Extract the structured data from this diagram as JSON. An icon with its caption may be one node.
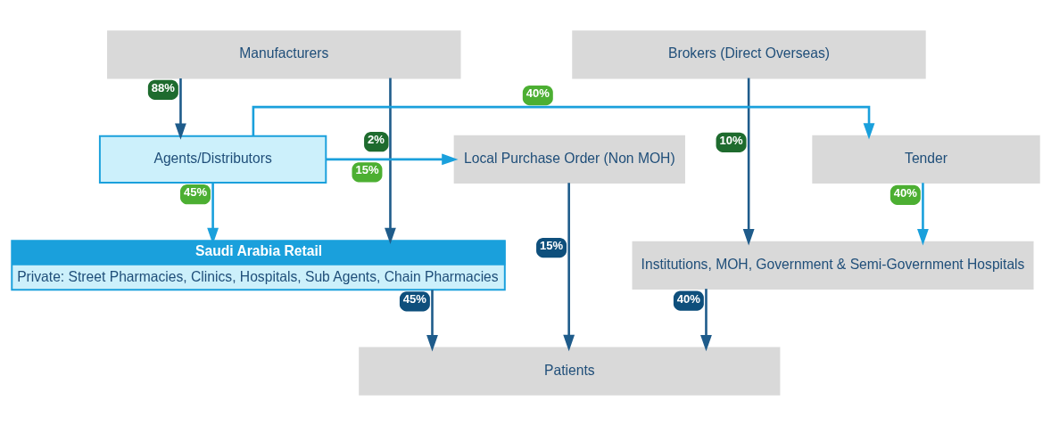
{
  "diagram": {
    "nodes": [
      {
        "text": [
          "Manufacturers"
        ]
      },
      {
        "text": [
          "Brokers (Direct Overseas)"
        ]
      },
      {
        "text": [
          "Agents/Distributors"
        ]
      },
      {
        "text": [
          "Tender"
        ]
      },
      {
        "text": [
          "Local Purchase Order (Non MOH)"
        ]
      },
      {
        "text": [
          "Saudi Arabia Retail",
          "Private: Street Pharmacies, Clinics, Hospitals, Sub Agents, Chain Pharmacies"
        ]
      },
      {
        "text": [
          "Institutions, MOH, Government & Semi-Government Hospitals"
        ]
      },
      {
        "text": [
          "Patients"
        ]
      }
    ],
    "edges": [
      {
        "from": 0,
        "to": 2,
        "arrow": "to",
        "label": "88%"
      },
      {
        "from": 0,
        "to": 5,
        "arrow": "to",
        "label": "2%"
      },
      {
        "from": 2,
        "to": 5,
        "arrow": "to",
        "label": "45%",
        "color": "#1aa0dc"
      },
      {
        "from": 2,
        "to": 3,
        "arrow": "to",
        "label": "40%",
        "color": "#1aa0dc"
      },
      {
        "from": 2,
        "to": 4,
        "arrow": "to",
        "label": "15%",
        "color": "#1aa0dc"
      },
      {
        "from": 3,
        "to": 6,
        "arrow": "to",
        "label": "40%",
        "color": "#1aa0dc"
      },
      {
        "from": 1,
        "to": 6,
        "arrow": "to",
        "label": "10%"
      },
      {
        "from": 5,
        "to": 7,
        "arrow": "to",
        "label": "45%"
      },
      {
        "from": 4,
        "to": 7,
        "arrow": "to",
        "label": "15%"
      },
      {
        "from": 6,
        "to": 7,
        "arrow": "to",
        "label": "40%"
      }
    ]
  }
}
